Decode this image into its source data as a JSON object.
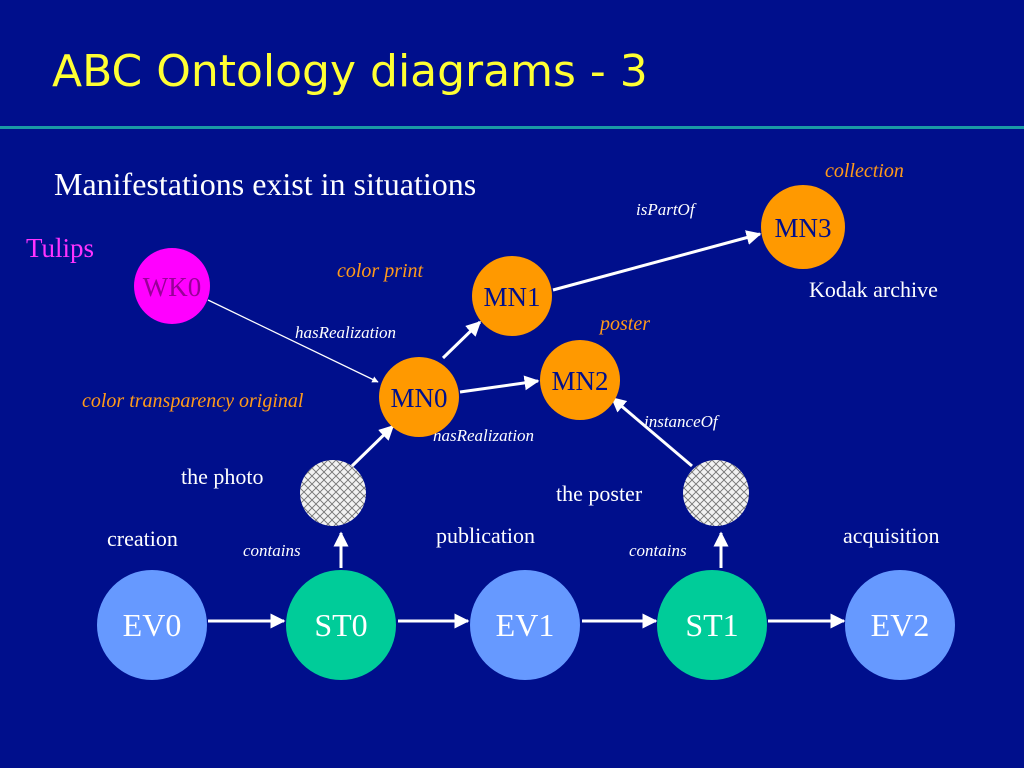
{
  "slide": {
    "title": "ABC Ontology diagrams - 3",
    "subtitle": "Manifestations exist in situations"
  },
  "colors": {
    "background": "#000f8c",
    "title": "#ffff33",
    "rule": "#1a9aa5",
    "event": "#6699ff",
    "situation": "#00cc99",
    "manifestation": "#ff9900",
    "work": "#ff00ff",
    "work_text": "#990099",
    "orange_label": "#ff9a1a",
    "magenta_label": "#ff33ff"
  },
  "nodes": {
    "ev0": "EV0",
    "st0": "ST0",
    "ev1": "EV1",
    "st1": "ST1",
    "ev2": "EV2",
    "mn0": "MN0",
    "mn1": "MN1",
    "mn2": "MN2",
    "mn3": "MN3",
    "wk0": "WK0"
  },
  "labels": {
    "tulips": "Tulips",
    "color_print": "color print",
    "poster": "poster",
    "collection": "collection",
    "kodak_archive": "Kodak archive",
    "color_transparency_original": "color transparency original",
    "the_photo": "the photo",
    "the_poster": "the poster",
    "creation": "creation",
    "publication": "publication",
    "acquisition": "acquisition"
  },
  "edges": {
    "has_realization_1": "hasRealization",
    "has_realization_2": "hasRealization",
    "is_part_of": "isPartOf",
    "instance_of": "instanceOf",
    "contains_1": "contains",
    "contains_2": "contains"
  }
}
